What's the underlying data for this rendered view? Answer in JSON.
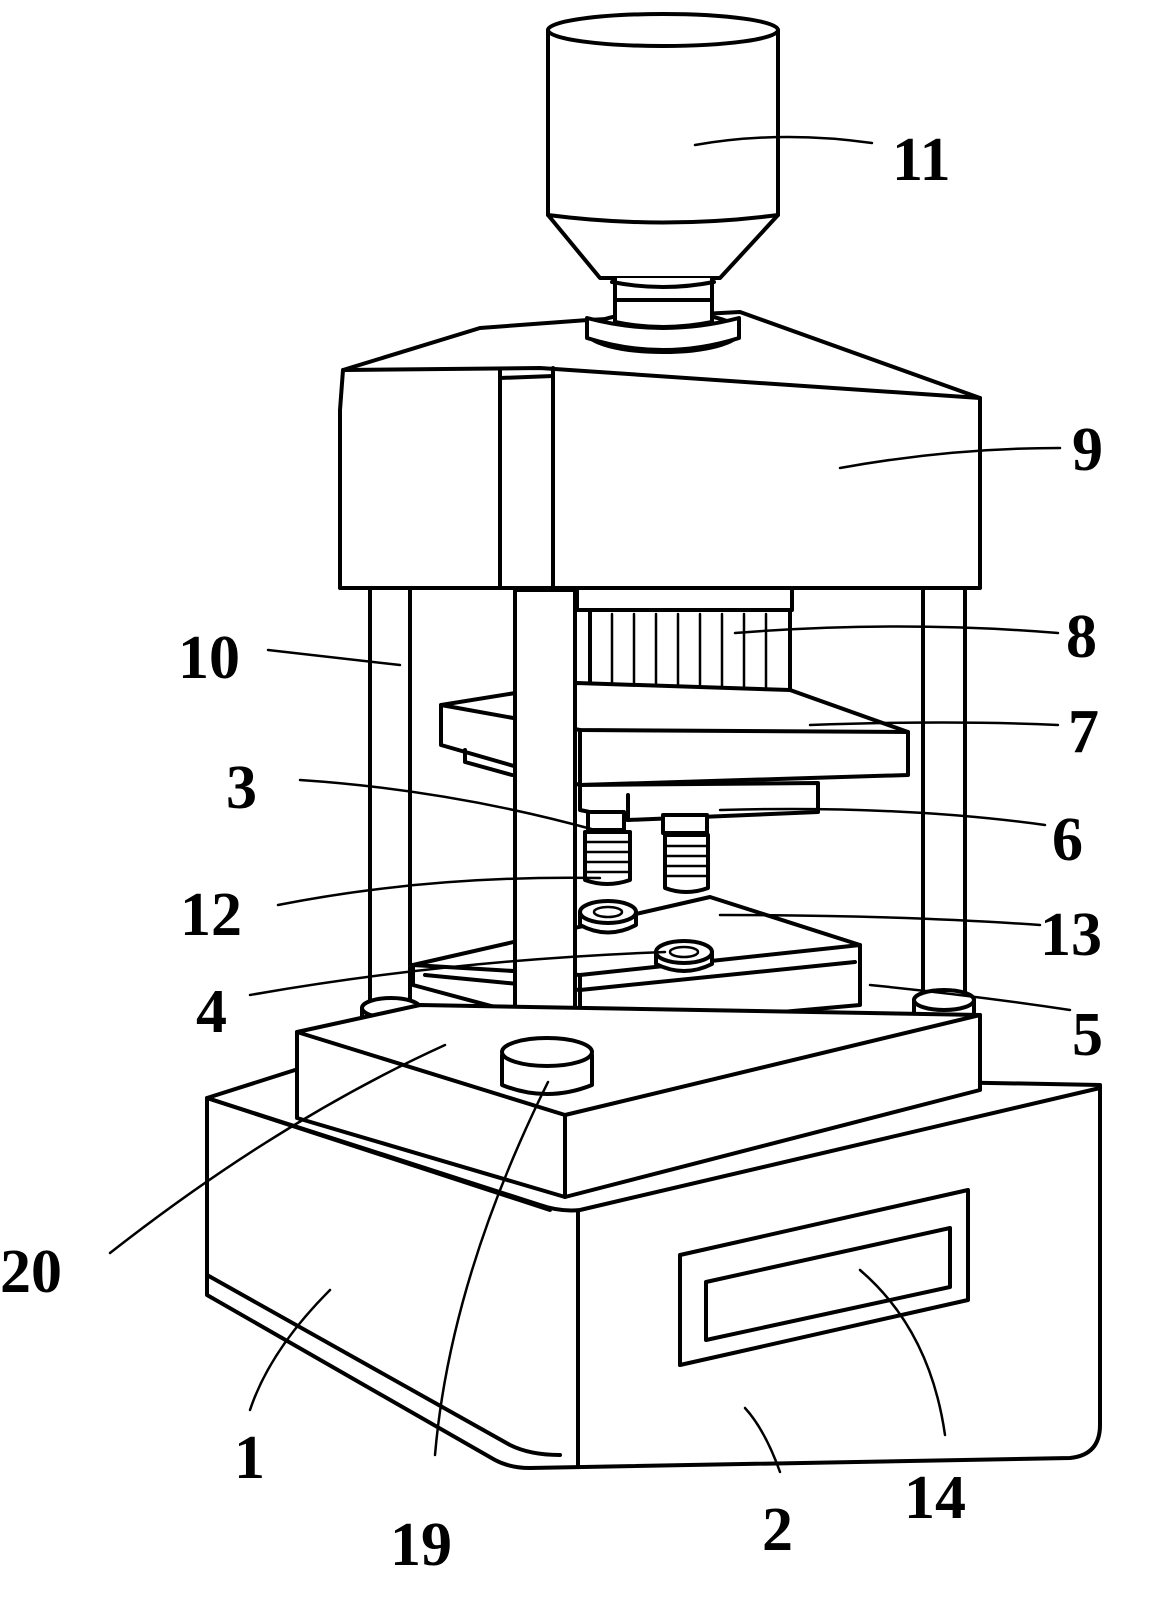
{
  "labels": {
    "l1": "1",
    "l2": "2",
    "l3": "3",
    "l4": "4",
    "l5": "5",
    "l6": "6",
    "l7": "7",
    "l8": "8",
    "l9": "9",
    "l10": "10",
    "l11": "11",
    "l12": "12",
    "l13": "13",
    "l14": "14",
    "l19": "19",
    "l20": "20"
  }
}
